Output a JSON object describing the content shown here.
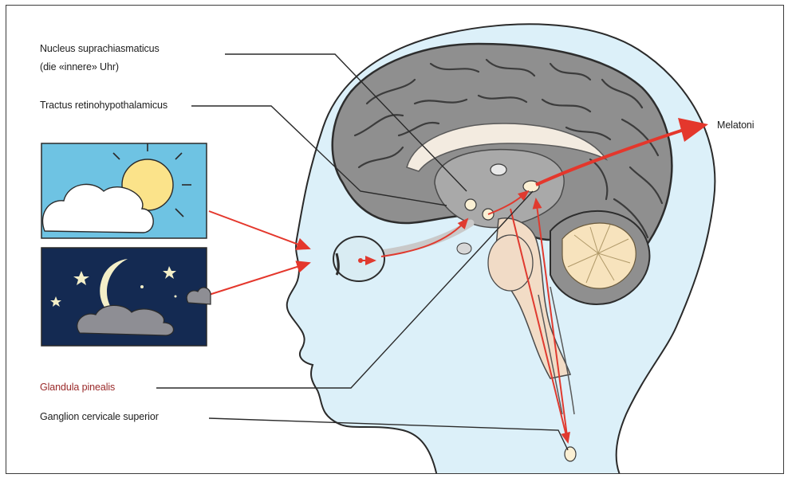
{
  "labels": {
    "nucleus_line1": "Nucleus suprachiasmaticus",
    "nucleus_line2": "(die «innere» Uhr)",
    "tractus": "Tractus retinohypothalamicus",
    "melatonin": "Melatoni",
    "glandula": "Glandula pinealis",
    "ganglion": "Ganglion cervicale superior"
  },
  "panels": {
    "day": {
      "name": "day-sky",
      "sky_color": "#6ec3e3",
      "sun_color": "#fbe38a"
    },
    "night": {
      "name": "night-sky",
      "sky_color": "#142a52",
      "moon_color": "#f4efc8"
    }
  },
  "colors": {
    "head_fill": "#d8eef8",
    "brain": "#8f8f8f",
    "pathway_red": "#e03a2f",
    "arrow_red": "#e4372c",
    "cerebellum": "#f7e3bd"
  }
}
